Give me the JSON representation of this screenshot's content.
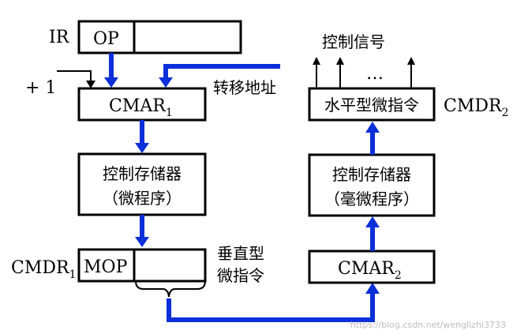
{
  "ir": {
    "label": "IR",
    "op": "OP"
  },
  "plus_one": "+ 1",
  "cmar1": {
    "text": "CMAR",
    "sub": "1"
  },
  "transfer_address": "转移地址",
  "control_store_micro": {
    "line1": "控制存储器",
    "line2": "（微程序）"
  },
  "cmdr1": {
    "label": "CMDR",
    "sub": "1",
    "mop": "MOP"
  },
  "vertical_micro": {
    "line1": "垂直型",
    "line2": "微指令"
  },
  "cmar2": {
    "text": "CMAR",
    "sub": "2"
  },
  "control_store_nano": {
    "line1": "控制存储器",
    "line2": "（毫微程序）"
  },
  "horizontal_micro": "水平型微指令",
  "cmdr2": {
    "label": "CMDR",
    "sub": "2"
  },
  "control_signals": "控制信号",
  "ellipsis": "…",
  "watermark": "https://blog.csdn.net/wenglizhi3733",
  "colors": {
    "arrow_blue": "#0b2fd9"
  }
}
